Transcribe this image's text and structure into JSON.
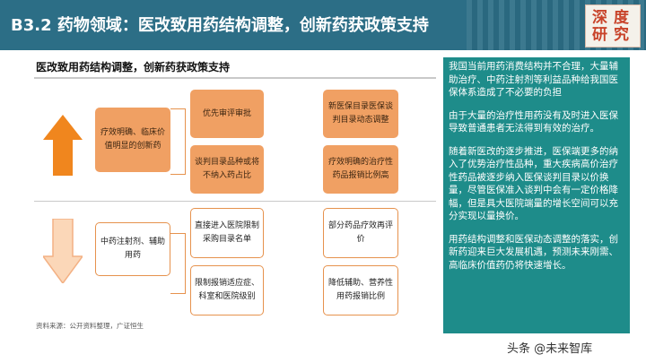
{
  "header": {
    "title": "B3.2 药物领域：医改致用药结构调整，创新药获政策支持",
    "logo_text": "深度研究",
    "colors": {
      "header": "#2c6e86",
      "panel": "#1e8c8a",
      "orange": "#f0a063",
      "accent": "#c8432a"
    }
  },
  "diagram": {
    "subtitle": "医改致用药结构调整，创新药获政策支持",
    "up_label": "疗效明确、临床价值明显的创新药",
    "down_label": "中药注射剂、辅助用药",
    "mid_upper_boxes": [
      "优先审评审批",
      "谈判目录品种或将不纳入药占比"
    ],
    "right_upper_boxes": [
      "新医保目录医保谈判目录动态调整",
      "疗效明确的治疗性药品报销比例高"
    ],
    "mid_lower_boxes": [
      "直接进入医院限制采购目录名单",
      "限制报销适应症、科室和医院级别"
    ],
    "right_lower_boxes": [
      "部分药品疗效再评价",
      "降低辅助、营养性用药报销比例"
    ],
    "source": "资料来源：公开资料整理，广证恒生"
  },
  "panel": {
    "paragraphs": [
      "我国当前用药消费结构并不合理，大量辅助治疗、中药注射剂等利益品种给我国医保体系造成了不必要的负担",
      "由于大量的治疗性用药没有及时进入医保导致普通患者无法得到有效的治疗。",
      "随着新医改的逐步推进，医保端更多的纳入了优势治疗性品种，重大疾病高价治疗性药品被逐步纳入医保谈判目录以价换量，尽管医保准入谈判中会有一定价格降幅，但是具大医院端量的增长空间可以充分实现以量换价。",
      "用药结构调整和医保动态调整的落实，创新药迎来巨大发展机遇，预测未来刚需、高临床价值药仍将快速增长。"
    ]
  },
  "watermark": "头条 @未来智库"
}
